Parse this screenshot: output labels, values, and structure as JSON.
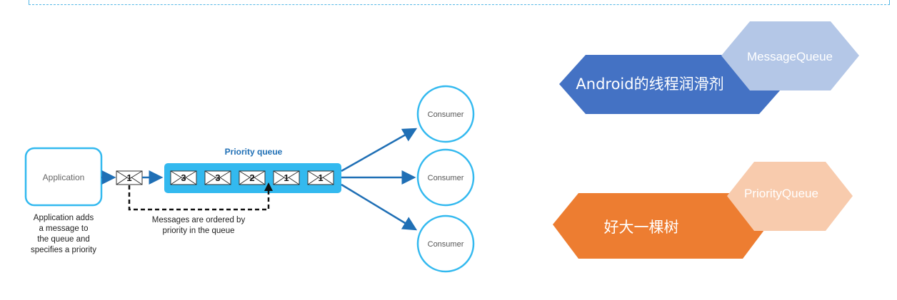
{
  "diagram": {
    "application_label": "Application",
    "application_caption": [
      "Application adds",
      "a message to",
      "the queue and",
      "specifies a priority"
    ],
    "incoming_message_value": "1",
    "queue_title": "Priority queue",
    "queue_messages": [
      "3",
      "3",
      "2",
      "1",
      "1"
    ],
    "order_caption": [
      "Messages are ordered by",
      "priority in the queue"
    ],
    "consumers": [
      "Consumer",
      "Consumer",
      "Consumer"
    ]
  },
  "hexagons": {
    "top": {
      "main_label": "Android的线程润滑剂",
      "secondary_label": "MessageQueue"
    },
    "bottom": {
      "main_label": "好大一棵树",
      "secondary_label": "PriorityQueue"
    }
  },
  "colors": {
    "accent_blue": "#33b9ef",
    "arrow_blue": "#1f6fb5",
    "hex_top_main": "#4472c4",
    "hex_top_secondary": "#b4c7e7",
    "hex_bottom_main": "#ed7d31",
    "hex_bottom_secondary": "#f8cbad",
    "text_dark": "#222222",
    "text_gray": "#666666"
  }
}
